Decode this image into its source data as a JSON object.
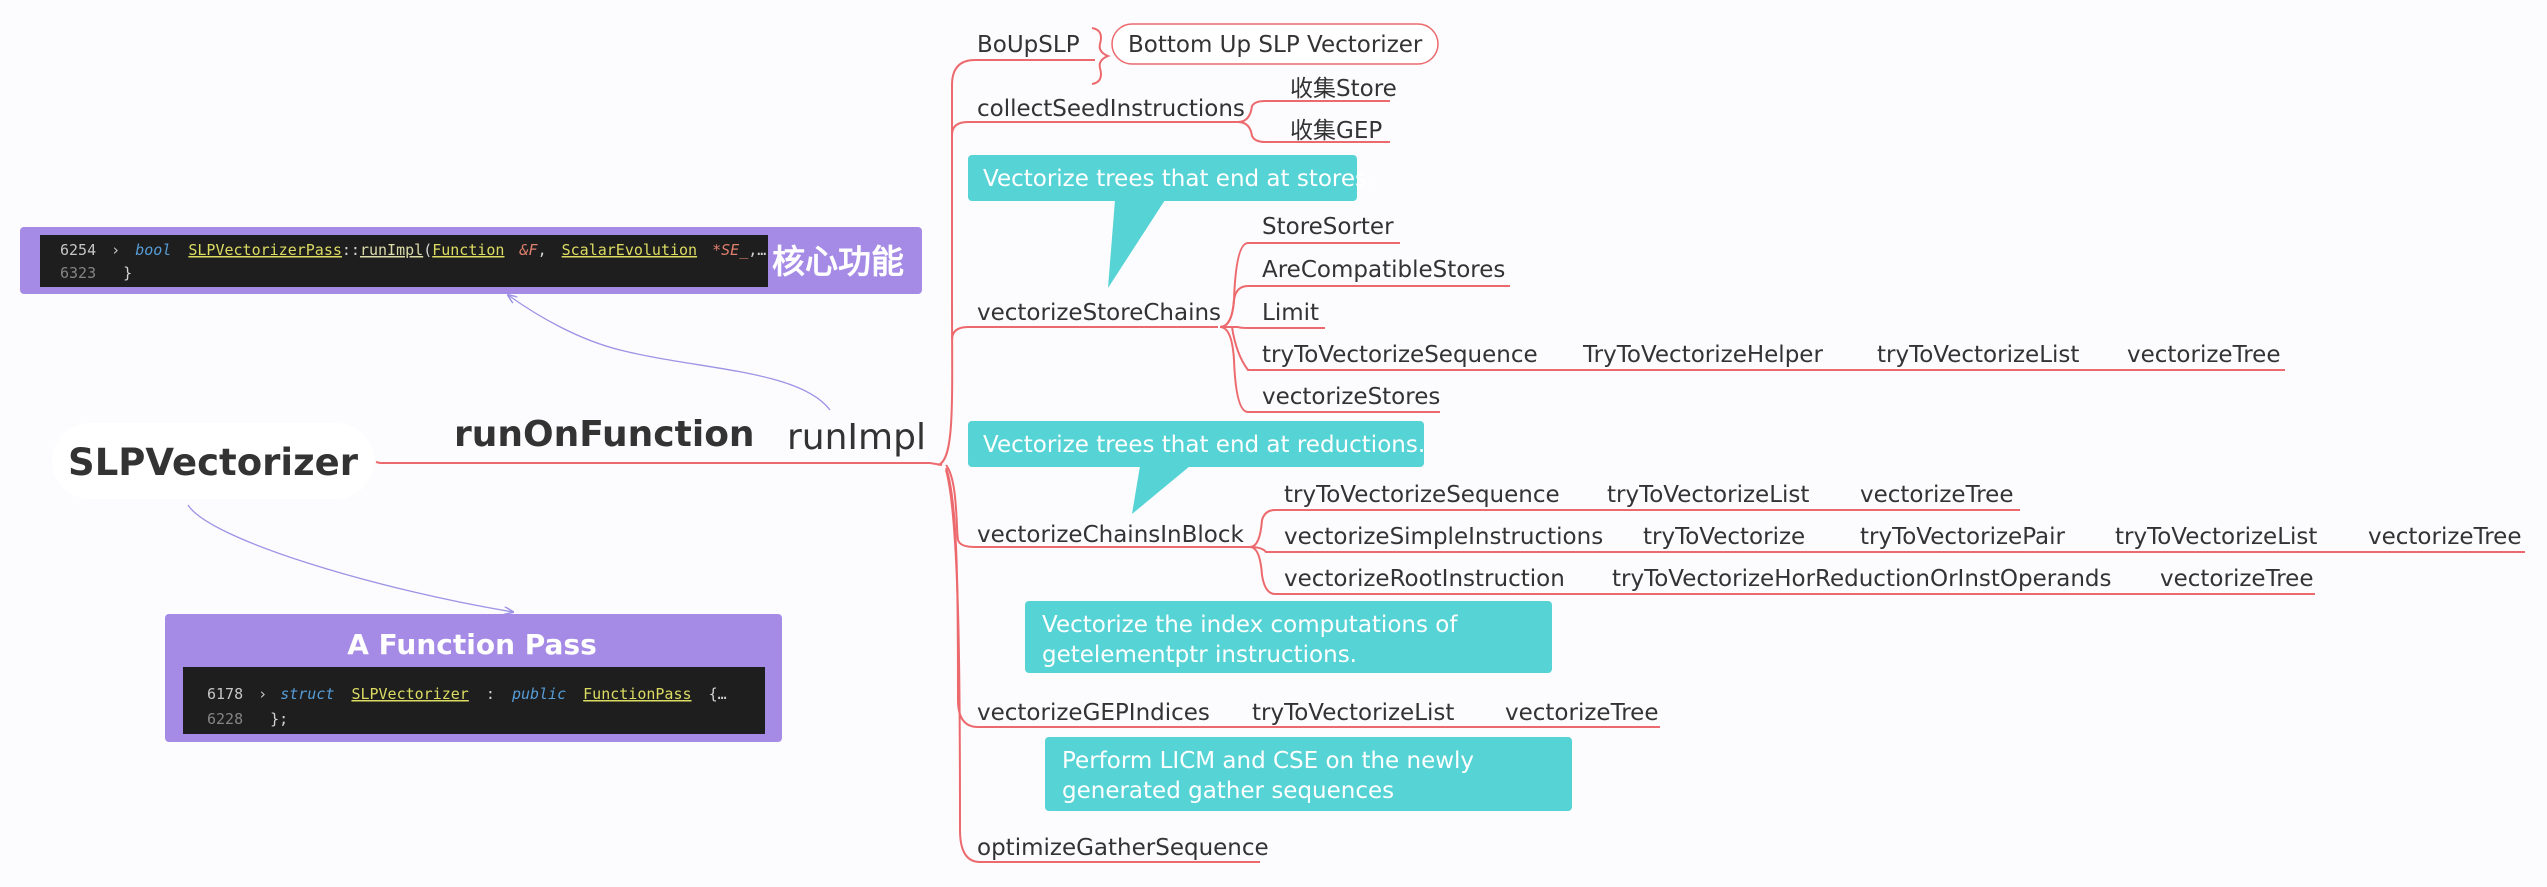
{
  "colors": {
    "branch": "#ec6a6e",
    "callout": "#55d3d5",
    "purple": "#a58be6",
    "arrow": "#9c93e6",
    "code_bg": "#1e1e1e"
  },
  "root": {
    "label": "SLPVectorizer"
  },
  "main_branch": {
    "label": "runOnFunction"
  },
  "hub": {
    "label": "runImpl"
  },
  "core_box": {
    "caption": "核心功能",
    "line1": {
      "num": "6254",
      "fold": "›",
      "kw": "bool",
      "cls": "SLPVectorizerPass",
      "sep": "::",
      "fn": "runImpl",
      "open": "(",
      "t1": "Function",
      "p1": "&F",
      "comma": ",",
      "t2": "ScalarEvolution",
      "p2": "*SE_",
      "rest": ",…"
    },
    "line2": {
      "num": "6323",
      "text": "}"
    }
  },
  "pass_box": {
    "title": "A Function Pass",
    "line1": {
      "num": "6178",
      "fold": "›",
      "kw": "struct",
      "cls": "SLPVectorizer",
      "colon": ":",
      "kw2": "public",
      "base": "FunctionPass",
      "brace": "{…"
    },
    "line2": {
      "num": "6228",
      "text": "};"
    }
  },
  "branches": {
    "boupslp": {
      "label": "BoUpSLP",
      "note": "Bottom Up SLP Vectorizer"
    },
    "collect": {
      "label": "collectSeedInstructions",
      "children": [
        "收集Store",
        "收集GEP"
      ]
    },
    "store_chains": {
      "label": "vectorizeStoreChains",
      "callout": "Vectorize trees that end at stores.",
      "children": [
        "StoreSorter",
        "AreCompatibleStores",
        "Limit",
        "tryToVectorizeSequence",
        "vectorizeStores"
      ],
      "sequence_chain": [
        "TryToVectorizeHelper",
        "tryToVectorizeList",
        "vectorizeTree"
      ]
    },
    "chains_in_block": {
      "label": "vectorizeChainsInBlock",
      "callout": "Vectorize trees that end at reductions.",
      "rows": [
        [
          "tryToVectorizeSequence",
          "tryToVectorizeList",
          "vectorizeTree"
        ],
        [
          "vectorizeSimpleInstructions",
          "tryToVectorize",
          "tryToVectorizePair",
          "tryToVectorizeList",
          "vectorizeTree"
        ],
        [
          "vectorizeRootInstruction",
          "tryToVectorizeHorReductionOrInstOperands",
          "vectorizeTree"
        ]
      ]
    },
    "gep": {
      "label": "vectorizeGEPIndices",
      "callout_lines": [
        "Vectorize the index computations of",
        "getelementptr instructions."
      ],
      "chain": [
        "tryToVectorizeList",
        "vectorizeTree"
      ]
    },
    "gather": {
      "label": "optimizeGatherSequence",
      "callout_lines": [
        "Perform LICM and CSE on the newly",
        "generated gather sequences"
      ]
    }
  }
}
